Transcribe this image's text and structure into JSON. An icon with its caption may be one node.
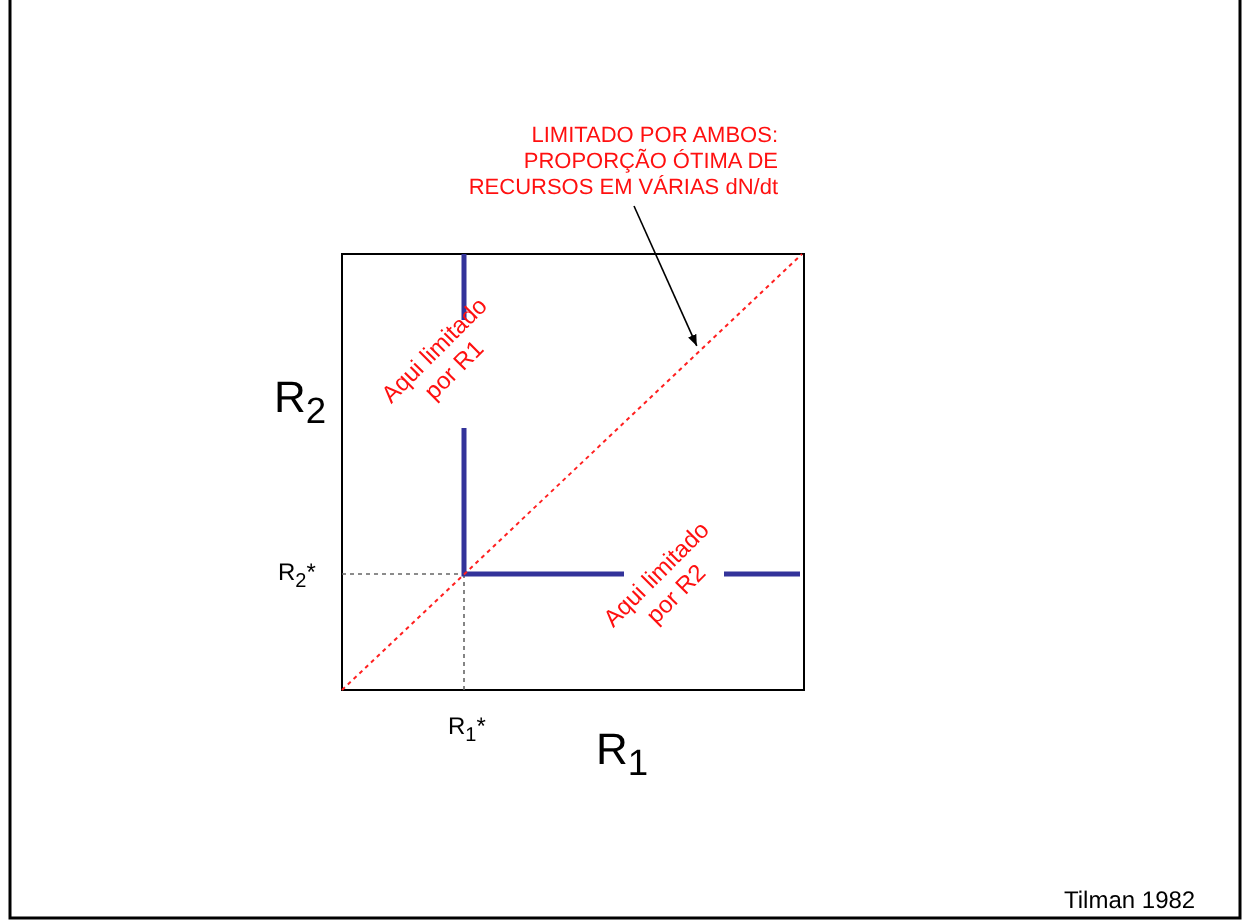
{
  "diagram": {
    "nodes": [
      {
        "text": [
          "LIMITADO POR AMBOS: PROPORÇÃO ÓTIMA DE RECURSOS EM VÁRIAS dN/dt"
        ]
      },
      {
        "text": [],
        "shape": "line"
      }
    ],
    "edges": [
      {
        "from": 0,
        "to": 1,
        "arrow": "to"
      }
    ],
    "labels": [
      "R$_{2}$",
      "Aqui limitado por R1",
      "R$_{2}$*",
      "Aqui limitado por R2",
      "R$_{1}$*",
      "R$_{1}$",
      "Tilman 1982"
    ]
  }
}
